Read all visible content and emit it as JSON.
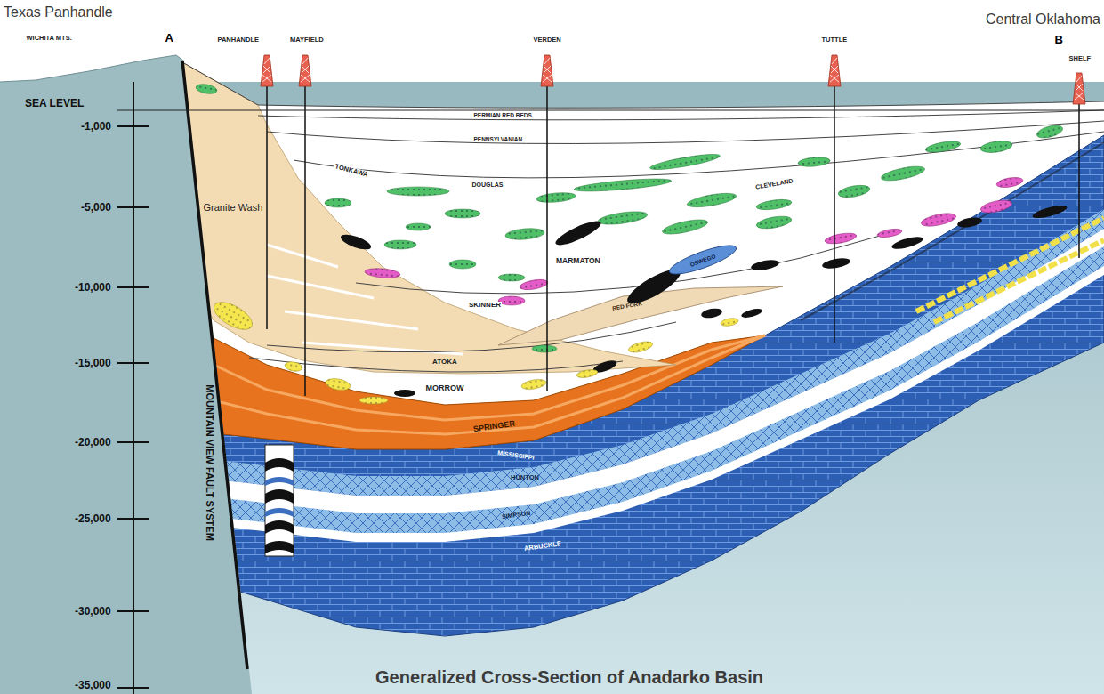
{
  "diagram": {
    "title": "Generalized Cross-Section of Anadarko Basin",
    "labels": [
      "Texas Panhandle",
      "Central Oklahoma",
      "WICHITA MTS.",
      "A",
      "PANHANDLE",
      "MAYFIELD",
      "VERDEN",
      "TUTTLE",
      "B",
      "SHELF",
      "SEA LEVEL",
      "-1,000",
      "-5,000",
      "-10,000",
      "-15,000",
      "-20,000",
      "-25,000",
      "-30,000",
      "-35,000",
      "PERMIAN RED BEDS",
      "PENNSYLVANIAN",
      "TONKAWA",
      "DOUGLAS",
      "CLEVELAND",
      "Granite Wash",
      "MARMATON",
      "OSWEGO",
      "SKINNER",
      "RED FORK",
      "ATOKA",
      "MORROW",
      "SPRINGER",
      "MISSISSIPPI",
      "HUNTON",
      "SIMPSON",
      "ARBUCKLE",
      "MOUNTAIN VIEW FAULT SYSTEM"
    ]
  }
}
